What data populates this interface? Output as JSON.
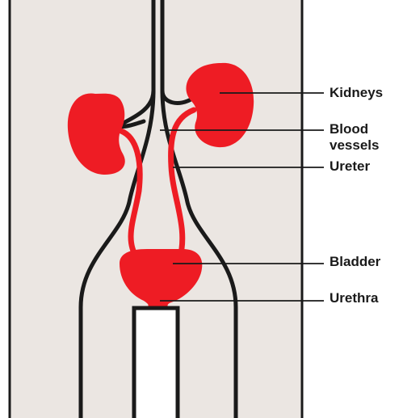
{
  "labels": {
    "kidneys": "Kidneys",
    "blood_vessels_line1": "Blood",
    "blood_vessels_line2": "vessels",
    "ureter": "Ureter",
    "bladder": "Bladder",
    "urethra": "Urethra"
  },
  "colors": {
    "background_panel": "#ebe6e2",
    "organs": "#ee1c24",
    "outline": "#1a1a1a",
    "urethra_tube": "#ffffff"
  }
}
